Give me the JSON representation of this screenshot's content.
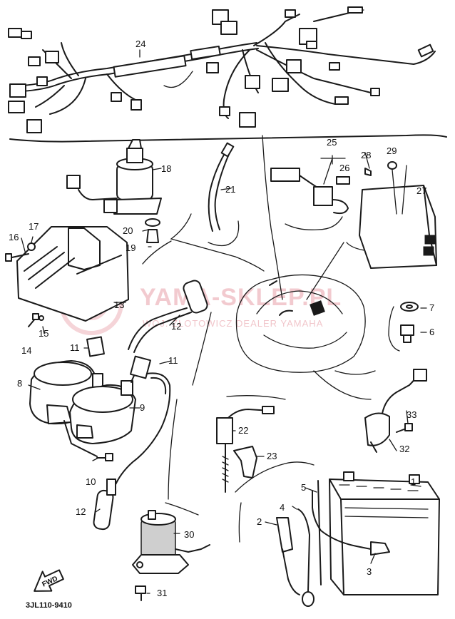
{
  "callouts": {
    "c1": "1",
    "c2": "2",
    "c3": "3",
    "c4": "4",
    "c5": "5",
    "c6": "6",
    "c7": "7",
    "c8": "8",
    "c9": "9",
    "c10": "10",
    "c11a": "11",
    "c11b": "11",
    "c12a": "12",
    "c12b": "12",
    "c13": "13",
    "c14": "14",
    "c15": "15",
    "c16": "16",
    "c17": "17",
    "c18": "18",
    "c19": "19",
    "c20": "20",
    "c21": "21",
    "c22": "22",
    "c23": "23",
    "c24": "24",
    "c25": "25",
    "c26": "26",
    "c27": "27",
    "c28": "28",
    "c29": "29",
    "c30": "30",
    "c31": "31",
    "c32": "32",
    "c33": "33"
  },
  "diagram_code": "3JL110-9410",
  "fwd_label": "FWD",
  "watermark": {
    "main": "YAMA-SKLEP.PL",
    "sub": "WOJ. ZŁOTOWICZ DEALER YAMAHA"
  }
}
